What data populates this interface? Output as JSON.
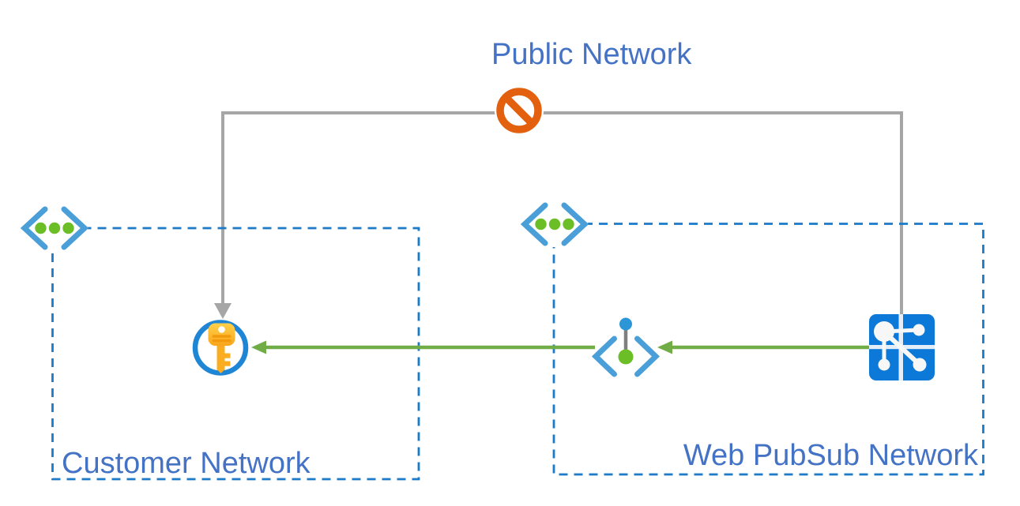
{
  "diagram": {
    "title": "Public Network",
    "networks": [
      {
        "id": "customer-network",
        "label": "Customer Network",
        "icon": "virtual-network-icon",
        "border_style": "dashed"
      },
      {
        "id": "web-pubsub-network",
        "label": "Web PubSub Network",
        "icon": "virtual-network-icon",
        "border_style": "dashed"
      }
    ],
    "nodes": [
      {
        "id": "access-key",
        "icon": "key-icon",
        "network": "customer-network"
      },
      {
        "id": "private-endpoint",
        "icon": "private-endpoint-icon",
        "network": "web-pubsub-network"
      },
      {
        "id": "web-pubsub-service",
        "icon": "web-pubsub-icon",
        "network": "web-pubsub-network"
      }
    ],
    "connections": [
      {
        "from": "public-network",
        "to": "access-key",
        "style": "blocked-gray",
        "marker": "no-entry-icon",
        "arrowhead": "down"
      },
      {
        "from": "public-network",
        "to": "web-pubsub-service",
        "style": "blocked-gray",
        "marker": "no-entry-icon",
        "arrowhead": "none"
      },
      {
        "from": "web-pubsub-service",
        "to": "private-endpoint",
        "style": "allowed-green",
        "arrowhead": "left"
      },
      {
        "from": "private-endpoint",
        "to": "access-key",
        "style": "allowed-green",
        "arrowhead": "left"
      }
    ],
    "colors": {
      "label_blue": "#4472C4",
      "boundary_blue": "#1B7AC9",
      "bracket_blue": "#4B9FD8",
      "dot_green": "#6CBE27",
      "arrow_green": "#70AD47",
      "connector_gray": "#A6A6A6",
      "blocked_orange": "#E2600E",
      "key_ring_blue": "#1E86D5",
      "key_gold": "#FFBE2D",
      "key_gold_dark": "#F2990D",
      "endpoint_dot_blue": "#2D96D6",
      "endpoint_stem_gray": "#7F7F7F",
      "pubsub_blue": "#0C79D8"
    }
  }
}
